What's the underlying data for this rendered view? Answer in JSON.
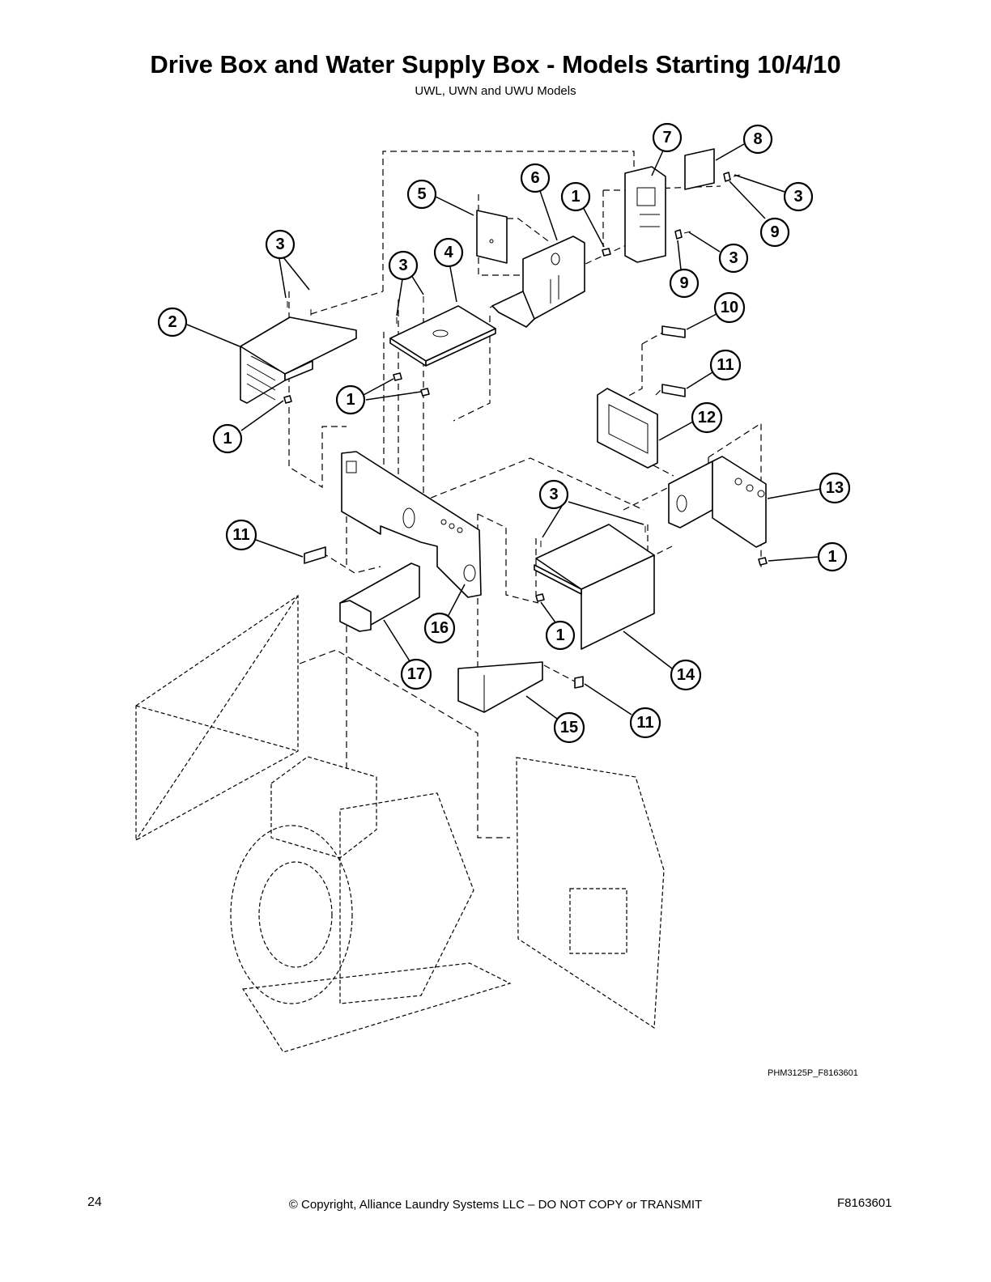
{
  "header": {
    "title": "Drive Box and Water Supply Box - Models Starting 10/4/10",
    "subtitle": "UWL, UWN and UWU Models"
  },
  "callouts": [
    {
      "id": "c2",
      "label": "2"
    },
    {
      "id": "c3a",
      "label": "3"
    },
    {
      "id": "c1a",
      "label": "1"
    },
    {
      "id": "c3b",
      "label": "3"
    },
    {
      "id": "c4",
      "label": "4"
    },
    {
      "id": "c1b",
      "label": "1"
    },
    {
      "id": "c5",
      "label": "5"
    },
    {
      "id": "c6",
      "label": "6"
    },
    {
      "id": "c1c",
      "label": "1"
    },
    {
      "id": "c7",
      "label": "7"
    },
    {
      "id": "c8",
      "label": "8"
    },
    {
      "id": "c3c",
      "label": "3"
    },
    {
      "id": "c9a",
      "label": "9"
    },
    {
      "id": "c3d",
      "label": "3"
    },
    {
      "id": "c9b",
      "label": "9"
    },
    {
      "id": "c10",
      "label": "10"
    },
    {
      "id": "c11a",
      "label": "11"
    },
    {
      "id": "c12",
      "label": "12"
    },
    {
      "id": "c13",
      "label": "13"
    },
    {
      "id": "c1d",
      "label": "1"
    },
    {
      "id": "c3e",
      "label": "3"
    },
    {
      "id": "c14",
      "label": "14"
    },
    {
      "id": "c1e",
      "label": "1"
    },
    {
      "id": "c11b",
      "label": "11"
    },
    {
      "id": "c16",
      "label": "16"
    },
    {
      "id": "c17",
      "label": "17"
    },
    {
      "id": "c15",
      "label": "15"
    },
    {
      "id": "c11c",
      "label": "11"
    }
  ],
  "drawing_id": "PHM3125P_F8163601",
  "footer": {
    "page_number": "24",
    "copyright": "© Copyright, Alliance Laundry Systems LLC – DO NOT COPY or TRANSMIT",
    "doc_number": "F8163601"
  }
}
